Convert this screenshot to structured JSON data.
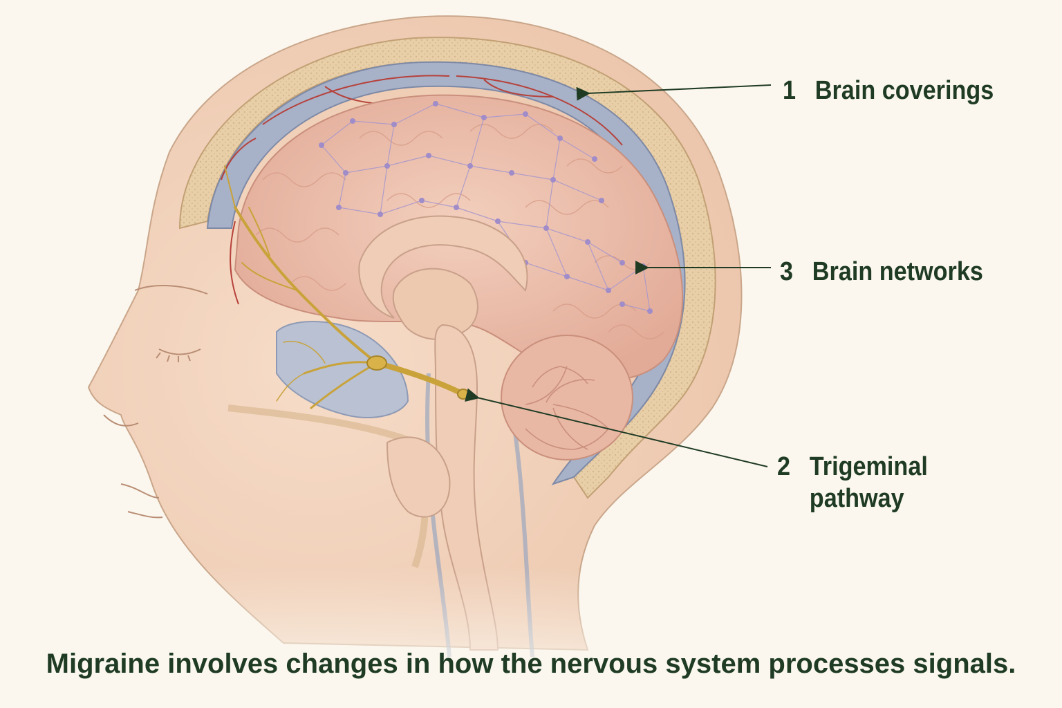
{
  "labels": [
    {
      "number": "1",
      "text": "Brain coverings"
    },
    {
      "number": "3",
      "text": "Brain networks"
    },
    {
      "number": "2",
      "text": "Trigeminal",
      "text2": "pathway"
    }
  ],
  "caption": "Migraine involves changes in how the nervous system processes signals.",
  "colors": {
    "background": "#fbf7ee",
    "label_text": "#1f3b24",
    "skin": "#f1d2bb",
    "skull": "#e5cba4",
    "meninges": "#9aa6bf",
    "brain": "#ecc0ac",
    "nerve": "#c9a33a",
    "network": "#a998cc",
    "vessels": "#b6413a"
  },
  "icons": [
    "arrow-icon"
  ]
}
